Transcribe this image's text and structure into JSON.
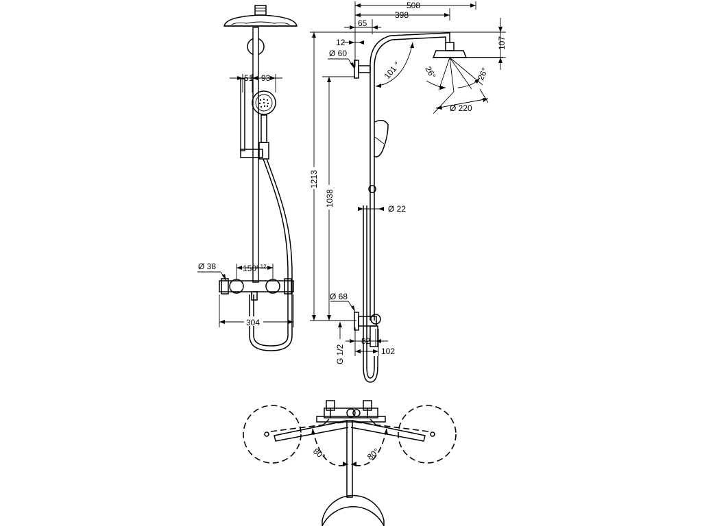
{
  "front_view": {
    "dim_shower_arm_offset": "51",
    "dim_handshower_width": "93",
    "dim_inlet_diameter": "Ø 38",
    "dim_centres": "150",
    "dim_centres_tolerance": "± 12",
    "dim_overall_width": "304"
  },
  "side_view": {
    "dim_total_projection": "508",
    "dim_arm_projection": "398",
    "dim_wall_offset": "65",
    "dim_rose_height": "107",
    "dim_wall_bracket_offset": "12",
    "dim_bracket_diameter": "Ø 60",
    "dim_arm_angle": "101 °",
    "dim_tilt_left": "26°",
    "dim_tilt_right": "26°",
    "dim_head_diameter": "Ø 220",
    "dim_height_total": "1213",
    "dim_height_bracket": "1038",
    "dim_riser_diameter": "Ø 22",
    "dim_cover_diameter": "Ø 68",
    "dim_connection": "G 1/2",
    "dim_depth_1": "82",
    "dim_depth_2": "102"
  },
  "plan_view": {
    "dim_swivel_left": "80°",
    "dim_swivel_right": "80°"
  }
}
